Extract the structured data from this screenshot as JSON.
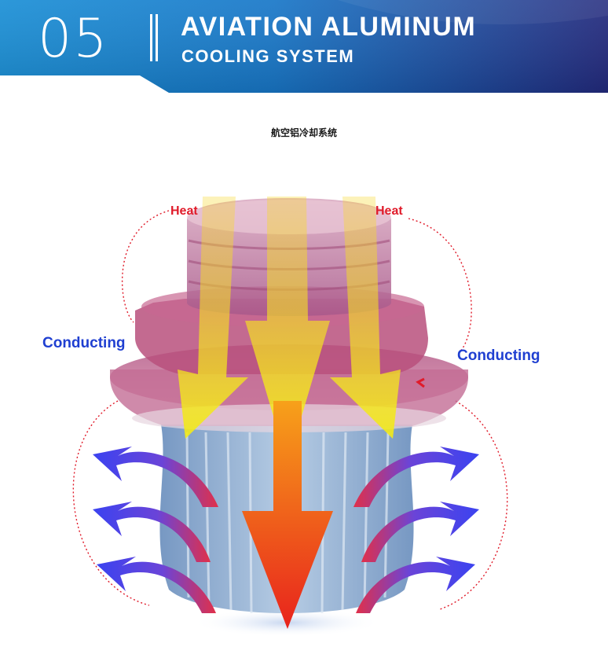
{
  "header": {
    "number": "05",
    "title": "AVIATION ALUMINUM",
    "subtitle": "COOLING SYSTEM"
  },
  "caption": "航空铝冷却系统",
  "labels": {
    "heat_left": "Heat",
    "heat_right": "Heat",
    "conducting_left": "Conducting",
    "conducting_right": "Conducting"
  },
  "colors": {
    "banner_dark": "#232a7e",
    "banner_light": "#1a8fd6",
    "heat_text": "#e01b2a",
    "conducting_text": "#1f3fd1",
    "heat_arrow": "#f2e61a",
    "hot_arrow": "#e8231c",
    "cool_arrow": "#3b43f0",
    "body_top": "#c25a84",
    "body_fins": "#7fa7cf"
  }
}
